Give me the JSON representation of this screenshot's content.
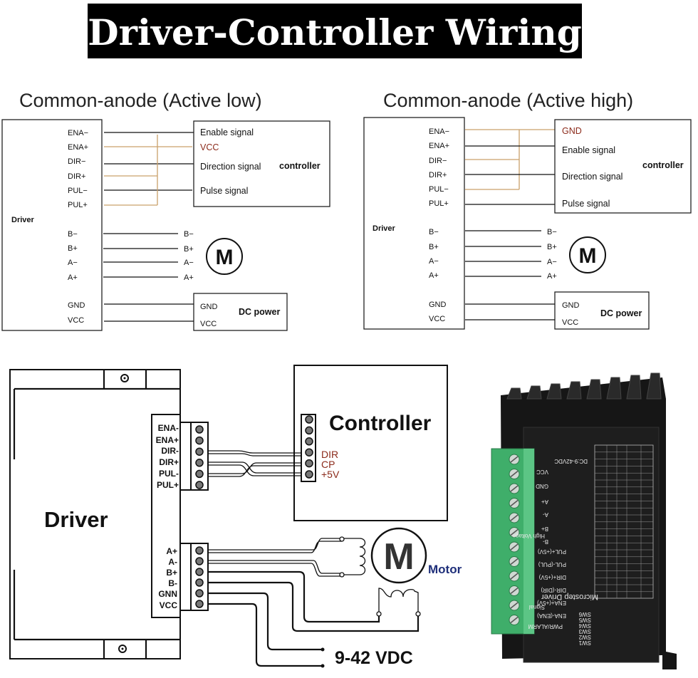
{
  "title": "Driver-Controller Wiring",
  "colors": {
    "banner": "#000000",
    "signal_wire": "#c9a06a",
    "highlight_text": "#8b2a1a",
    "motor_label": "#1f2f7a",
    "terminal_green": "#3fae6a",
    "device_body": "#1c1c1c"
  },
  "active_low": {
    "heading": "Common-anode (Active low)",
    "driver_label": "Driver",
    "signal_pins": [
      "ENA−",
      "ENA+",
      "DIR−",
      "DIR+",
      "PUL−",
      "PUL+"
    ],
    "motor_pins": [
      "B−",
      "B+",
      "A−",
      "A+"
    ],
    "power_pins": [
      "GND",
      "VCC"
    ],
    "controller": {
      "title": "controller",
      "inputs": [
        "Enable signal",
        "VCC",
        "Direction signal",
        "Pulse signal"
      ]
    },
    "motor_symbol": "M",
    "motor_terminals": [
      "B−",
      "B+",
      "A−",
      "A+"
    ],
    "power": {
      "title": "DC power",
      "terminals": [
        "GND",
        "VCC"
      ]
    }
  },
  "active_high": {
    "heading": "Common-anode (Active high)",
    "driver_label": "Driver",
    "signal_pins": [
      "ENA−",
      "ENA+",
      "DIR−",
      "DIR+",
      "PUL−",
      "PUL+"
    ],
    "motor_pins": [
      "B−",
      "B+",
      "A−",
      "A+"
    ],
    "power_pins": [
      "GND",
      "VCC"
    ],
    "controller": {
      "title": "controller",
      "inputs": [
        "GND",
        "Enable signal",
        "Direction signal",
        "Pulse signal"
      ]
    },
    "motor_symbol": "M",
    "motor_terminals": [
      "B−",
      "B+",
      "A−",
      "A+"
    ],
    "power": {
      "title": "DC power",
      "terminals": [
        "GND",
        "VCC"
      ]
    }
  },
  "wiring": {
    "driver_label": "Driver",
    "signal_pins": [
      "ENA-",
      "ENA+",
      "DIR-",
      "DIR+",
      "PUL-",
      "PUL+"
    ],
    "output_pins": [
      "A+",
      "A-",
      "B+",
      "B-",
      "GNN",
      "VCC"
    ],
    "controller_label": "Controller",
    "controller_pins": [
      "DIR",
      "CP",
      "+5V"
    ],
    "motor_symbol": "M",
    "motor_label": "Motor",
    "supply_label": "9-42 VDC"
  },
  "device_photo": {
    "labels": [
      "DC:9-42VDC",
      "Microstep Driver",
      "High Voltage",
      "Signal",
      "VCC",
      "GND",
      "A+",
      "A-",
      "B+",
      "B-",
      "PUL+(+5V)",
      "PUL-(PUL)",
      "DIR+(+5V)",
      "DIR-(DIR)",
      "ENA+(+5V)",
      "ENA-(ENA)",
      "PWR/ALARM",
      "SW1",
      "SW2",
      "SW3",
      "SW4",
      "SW5",
      "SW6"
    ]
  }
}
